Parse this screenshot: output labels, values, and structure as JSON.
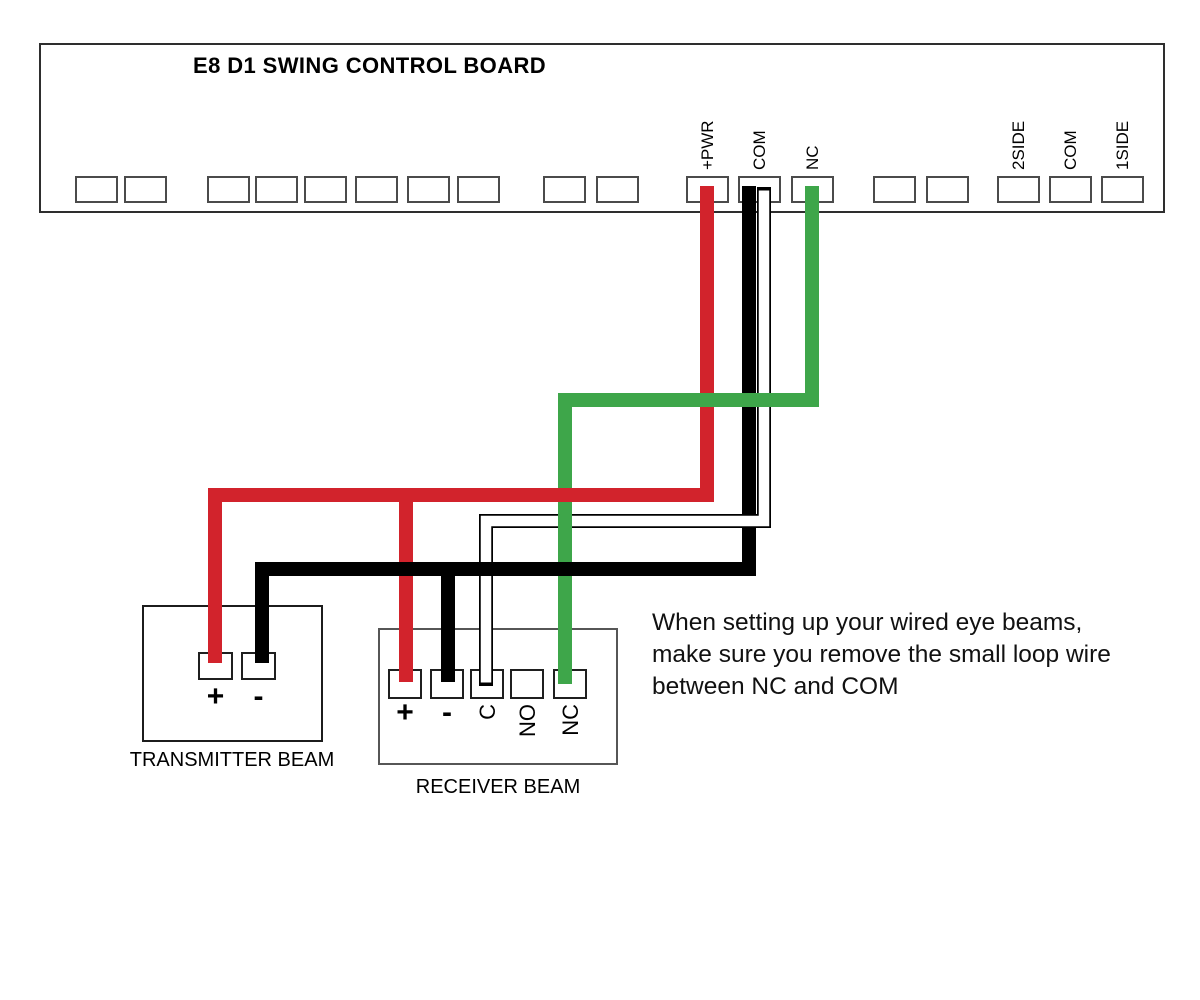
{
  "board": {
    "title": "E8 D1 SWING CONTROL BOARD",
    "terminal_groups": [
      {
        "labels": [
          "",
          ""
        ]
      },
      {
        "labels": [
          "",
          "",
          "",
          "",
          "",
          ""
        ]
      },
      {
        "labels": [
          "",
          ""
        ]
      },
      {
        "labels": [
          "+PWR",
          "COM",
          "NC"
        ]
      },
      {
        "labels": [
          "",
          ""
        ]
      },
      {
        "labels": [
          "2SIDE",
          "COM",
          "1SIDE"
        ]
      }
    ]
  },
  "beams": {
    "transmitter": {
      "caption": "TRANSMITTER BEAM",
      "terminal_labels": [
        "+",
        "-"
      ]
    },
    "receiver": {
      "caption": "RECEIVER BEAM",
      "terminal_labels": [
        "+",
        "-",
        "C",
        "NO",
        "NC"
      ]
    }
  },
  "note": {
    "lines": [
      "When setting up your wired eye beams,",
      "make sure you remove the small loop wire",
      "between NC and COM"
    ]
  },
  "wires": {
    "colors": {
      "red": "#d2232c",
      "black": "#000000",
      "white": "#ffffff",
      "white_outline": "#000000",
      "green": "#3ea64a"
    },
    "connections": [
      {
        "wire": "red",
        "from": "board +PWR",
        "to": [
          "transmitter +",
          "receiver +"
        ]
      },
      {
        "wire": "black",
        "from": "board COM",
        "to": [
          "transmitter -",
          "receiver -"
        ]
      },
      {
        "wire": "white",
        "from": "board COM",
        "to": [
          "receiver C"
        ]
      },
      {
        "wire": "green",
        "from": "board NC",
        "to": [
          "receiver NC"
        ]
      }
    ]
  }
}
